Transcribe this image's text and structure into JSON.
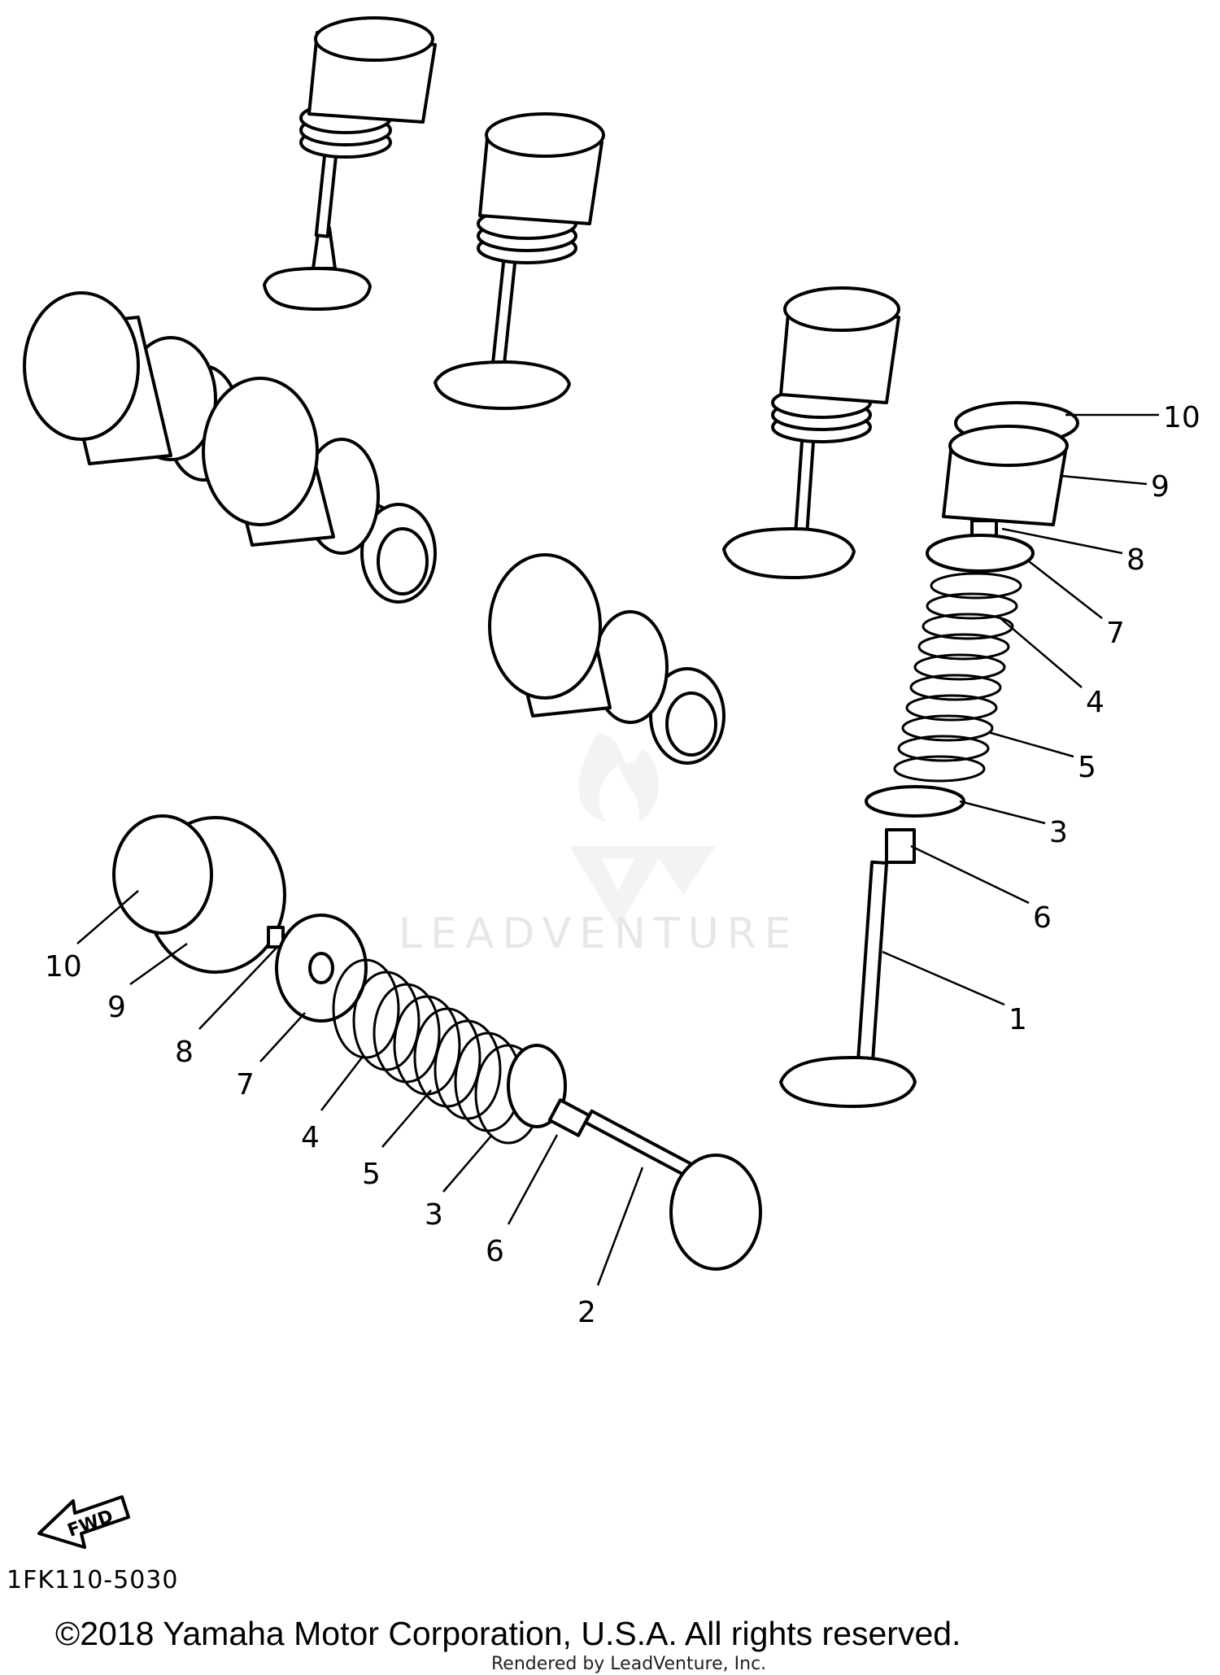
{
  "watermark": {
    "brand": "LEADVENTURE"
  },
  "diagram": {
    "fwd_label": "FWD",
    "right_callouts": [
      "10",
      "9",
      "8",
      "7",
      "4",
      "5",
      "3",
      "6",
      "1"
    ],
    "left_callouts": [
      "10",
      "9",
      "8",
      "7",
      "4",
      "5",
      "3",
      "6",
      "2"
    ]
  },
  "footer": {
    "diagram_code": "1FK110-5030",
    "copyright": "©2018 Yamaha Motor Corporation, U.S.A. All rights reserved.",
    "rendered_by": "Rendered by LeadVenture, Inc."
  }
}
